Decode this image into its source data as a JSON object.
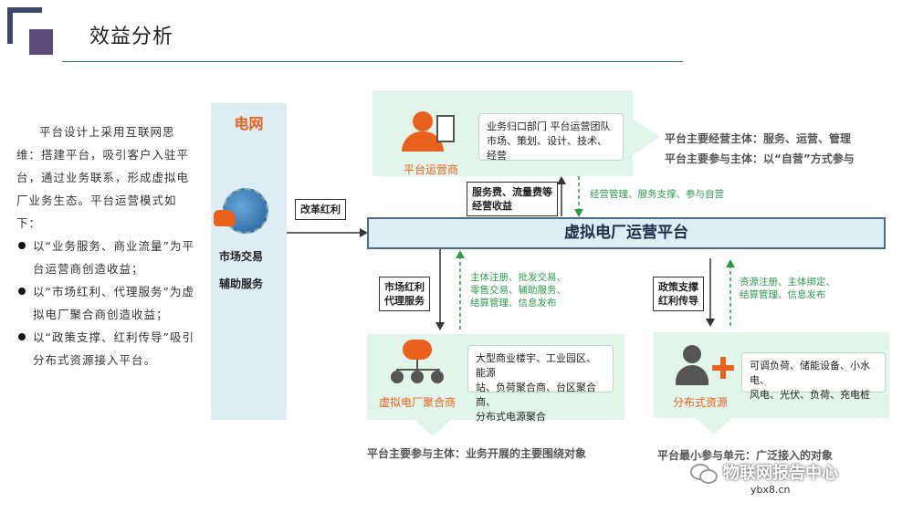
{
  "header": {
    "title": "效益分析"
  },
  "left_text": {
    "intro": "平台设计上采用互联网思维：搭建平台，吸引客户入驻平台，通过业务联系，形成虚拟电厂业务生态。平台运营模式如下：",
    "bullets": [
      "以“业务服务、商业流量”为平台运营商创造收益；",
      "以“市场红利、代理服务”为虚拟电厂聚合商创造收益；",
      "以“政策支撑、红利传导”吸引分布式资源接入平台。"
    ]
  },
  "grid": {
    "title": "电网",
    "label1": "市场交易",
    "label2": "辅助服务"
  },
  "reform_label": "改革红利",
  "platform_label": "虚拟电厂运营平台",
  "operator": {
    "label": "平台运营商",
    "box_line1": "业务归口部门  平台运营团队",
    "box_line2": "市场、策划、设计、技术、经营",
    "side_line1": "平台主要经营主体：服务、运营、管理",
    "side_line2": "平台主要参与主体：以“自营”方式参与",
    "fee_line1": "服务费、流量费等",
    "fee_line2": "经营收益",
    "green_note": "经营管理、服务支撑、参与自营"
  },
  "aggregator": {
    "label": "虚拟电厂聚合商",
    "box_lines": [
      "大型商业楼宇、工业园区、能源",
      "站、负荷聚合商、台区聚合商、",
      "分布式电源聚合"
    ],
    "arrow_label_line1": "市场红利",
    "arrow_label_line2": "代理服务",
    "green_notes": [
      "主体注册、批发交易、",
      "零售交易、辅助服务、",
      "结算管理、信息发布"
    ],
    "footer": "平台主要参与主体：业务开展的主要围绕对象"
  },
  "distributed": {
    "label": "分布式资源",
    "box_lines": [
      "可调负荷、储能设备、小水电、",
      "风电、光伏、负荷、充电桩"
    ],
    "arrow_label_line1": "政策支撑",
    "arrow_label_line2": "红利传导",
    "green_notes": [
      "资源注册、主体绑定、",
      "结算管理、信息发布"
    ],
    "footer": "平台最小参与单元：广泛接入的对象"
  },
  "watermark": {
    "text": "物联网报告中心",
    "url": "ybx8.cn"
  },
  "colors": {
    "accent_orange": "#e8621d",
    "green": "#2e9a4c",
    "platform_border": "#4a6b8a"
  }
}
